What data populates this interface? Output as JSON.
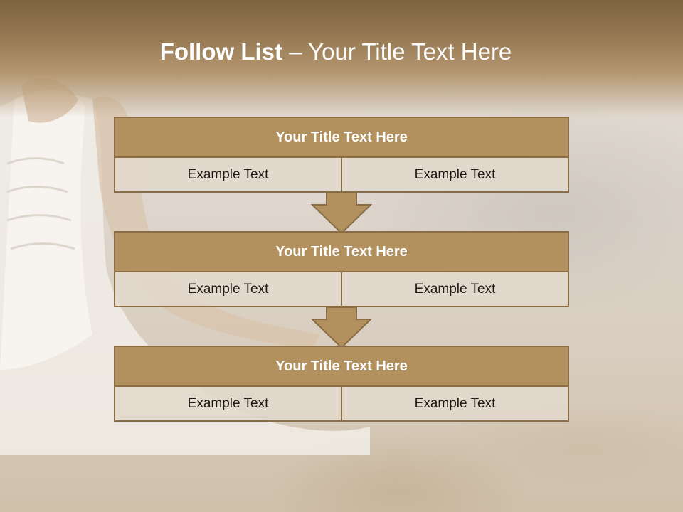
{
  "slide": {
    "title_bold": "Follow List",
    "title_rest": " – Your Title Text Here"
  },
  "steps": [
    {
      "title": "Your Title Text Here",
      "left": "Example Text",
      "right": "Example Text"
    },
    {
      "title": "Your Title Text Here",
      "left": "Example Text",
      "right": "Example Text"
    },
    {
      "title": "Your Title Text Here",
      "left": "Example Text",
      "right": "Example Text"
    }
  ],
  "colors": {
    "accent": "#b3915f",
    "border": "#8a6d45",
    "header": "#957852"
  }
}
